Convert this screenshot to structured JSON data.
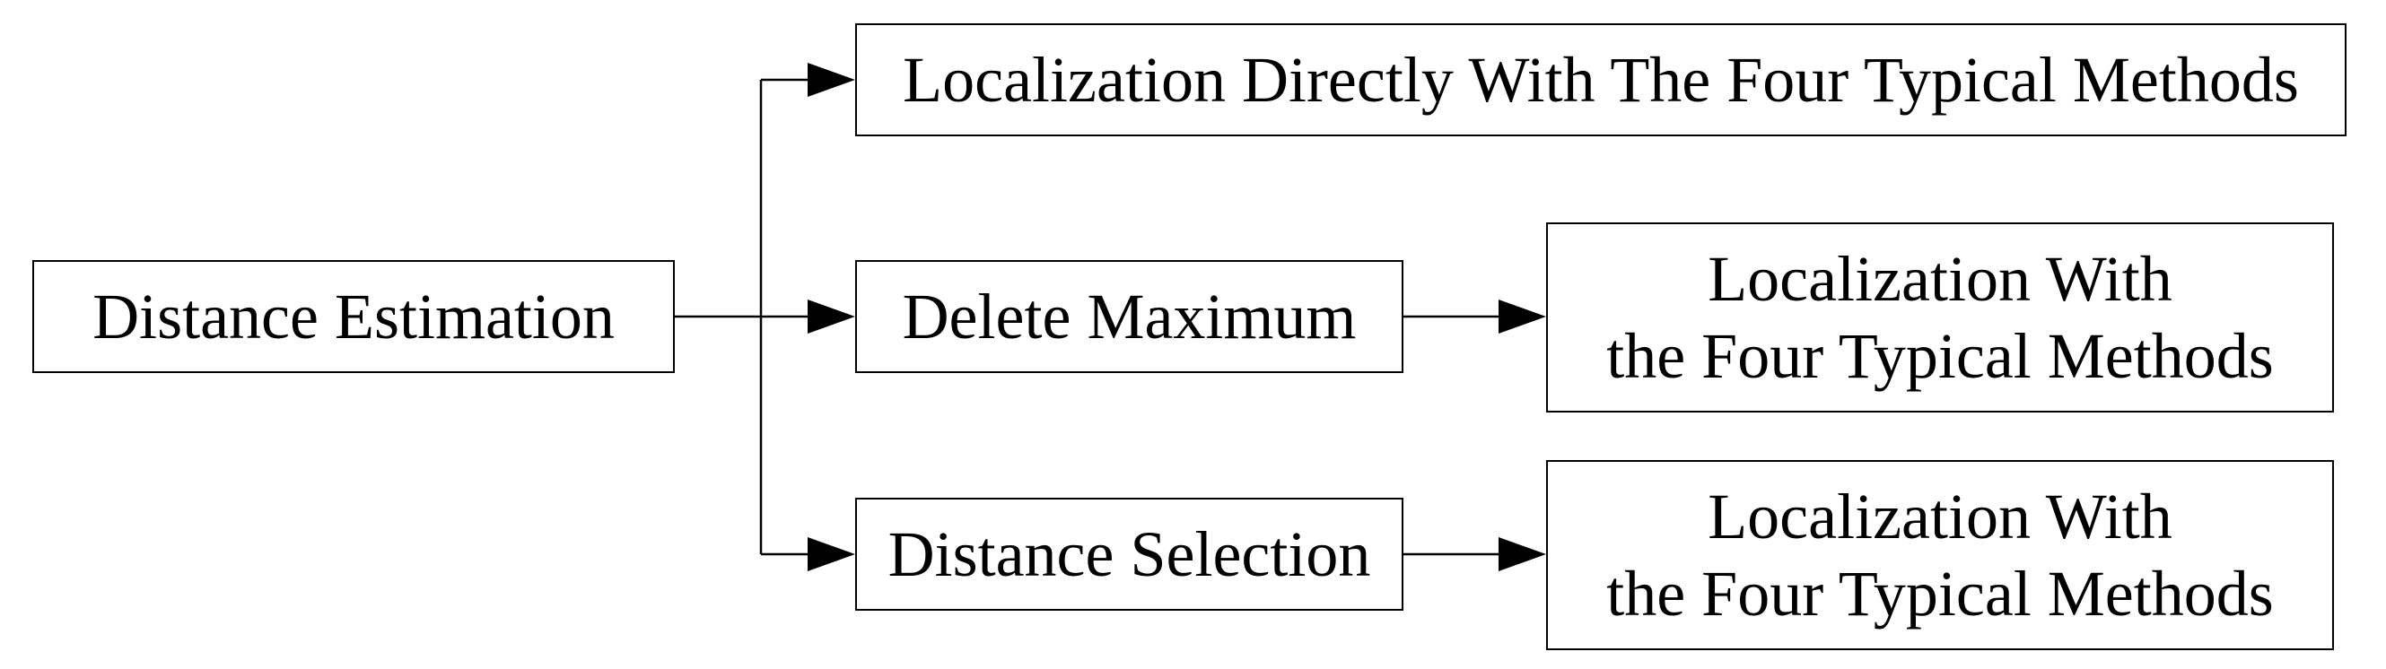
{
  "diagram": {
    "source": {
      "label": "Distance Estimation"
    },
    "branches": [
      {
        "label": "Localization Directly With The Four Typical Methods"
      },
      {
        "label": "Delete Maximum"
      },
      {
        "label": "Distance Selection"
      }
    ],
    "results": [
      {
        "line1": "Localization With",
        "line2": "the Four Typical Methods"
      },
      {
        "line1": "Localization With",
        "line2": "the Four Typical Methods"
      }
    ]
  },
  "colors": {
    "stroke": "#000000",
    "background": "#ffffff"
  }
}
